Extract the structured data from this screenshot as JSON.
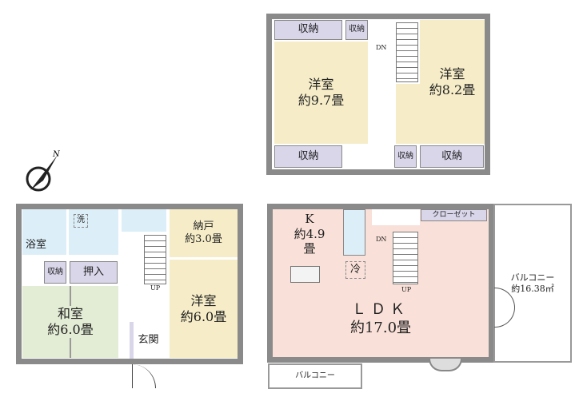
{
  "floor_3": {
    "storage_top_left": "収納",
    "storage_top_small": "収納",
    "stair_dn": "DN",
    "western_left": {
      "name": "洋室",
      "size": "約9.7畳"
    },
    "western_right": {
      "name": "洋室",
      "size": "約8.2畳"
    },
    "storage_bottom_left": "収納",
    "storage_bottom_small": "収納",
    "storage_bottom_right": "収納"
  },
  "floor_1": {
    "bathroom": "浴室",
    "washer": "洗",
    "storage_room": {
      "name": "納戸",
      "size": "約3.0畳"
    },
    "storage": "収納",
    "closet": "押入",
    "japanese_room": {
      "name": "和室",
      "size": "約6.0畳"
    },
    "stair_up": "UP",
    "western": {
      "name": "洋室",
      "size": "約6.0畳"
    },
    "entrance": "玄関"
  },
  "floor_2": {
    "kitchen": {
      "name": "K",
      "size": "約4.9畳"
    },
    "fridge": "冷",
    "stair_dn": "DN",
    "stair_up": "UP",
    "closet": "クローゼット",
    "ldk": {
      "name": "ＬＤＫ",
      "size": "約17.0畳"
    },
    "balcony_right": {
      "name": "バルコニー",
      "size": "約16.38㎡"
    },
    "balcony_bottom": "バルコニー"
  },
  "compass": "N"
}
